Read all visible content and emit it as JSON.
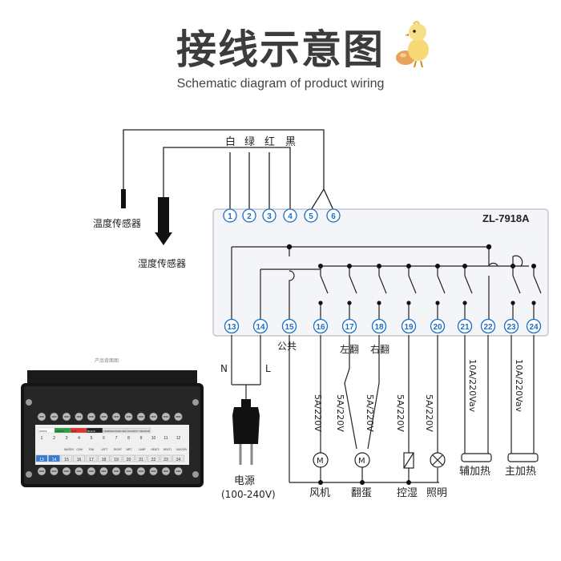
{
  "title": "接线示意图",
  "subtitle": "Schematic diagram of product wiring",
  "model": "ZL-7918A",
  "wire_colors": [
    "白",
    "绿",
    "红",
    "黑"
  ],
  "sensors": {
    "temperature": "温度传感器",
    "humidity": "湿度传感器"
  },
  "top_terminals": [
    "1",
    "2",
    "3",
    "4",
    "5",
    "6"
  ],
  "bottom_terminals": [
    "13",
    "14",
    "15",
    "16",
    "17",
    "18",
    "19",
    "20",
    "21",
    "22",
    "23",
    "24"
  ],
  "common_label": "公共",
  "turn_left": "左翻",
  "turn_right": "右翻",
  "power": {
    "N": "N",
    "L": "L",
    "label": "电源",
    "range": "(100-240V)"
  },
  "ratings": {
    "fan": "5A/220V",
    "turn_left": "5A/220V",
    "turn_right": "5A/220V",
    "humidify": "5A/220V",
    "light": "5A/220V",
    "aux_heat": "10A/220Vav",
    "main_heat": "10A/220Vav"
  },
  "loads": {
    "fan": "风机",
    "turn": "翻蛋",
    "humidify": "控湿",
    "light": "照明",
    "aux_heat": "辅加热",
    "main_heat": "主加热"
  },
  "motor_symbol": "M",
  "device_photo": {
    "caption": "产品背面图",
    "row1_nums": [
      "1",
      "2",
      "3",
      "4",
      "5",
      "6",
      "7",
      "8",
      "9",
      "10",
      "11",
      "12"
    ],
    "row2_nums": [
      "13",
      "14",
      "15",
      "16",
      "17",
      "18",
      "19",
      "20",
      "21",
      "22",
      "23",
      "24"
    ],
    "header_items": [
      "WHITE",
      "GREEN",
      "RED",
      "BLACK",
      "TEMPERATURE SENSOR",
      "HUMIDITY SENSOR"
    ],
    "mid_items": [
      "5A/220V",
      "COM",
      "FAN",
      "LEFT",
      "RIGHT",
      "WET",
      "LAMP",
      "HEAT2",
      "HEAT1",
      "10A/220V"
    ]
  },
  "colors": {
    "line": "#222222",
    "terminal": "#1b6fc4",
    "box_fill": "#f4f5f8",
    "box_stroke": "#b8bcc6"
  }
}
